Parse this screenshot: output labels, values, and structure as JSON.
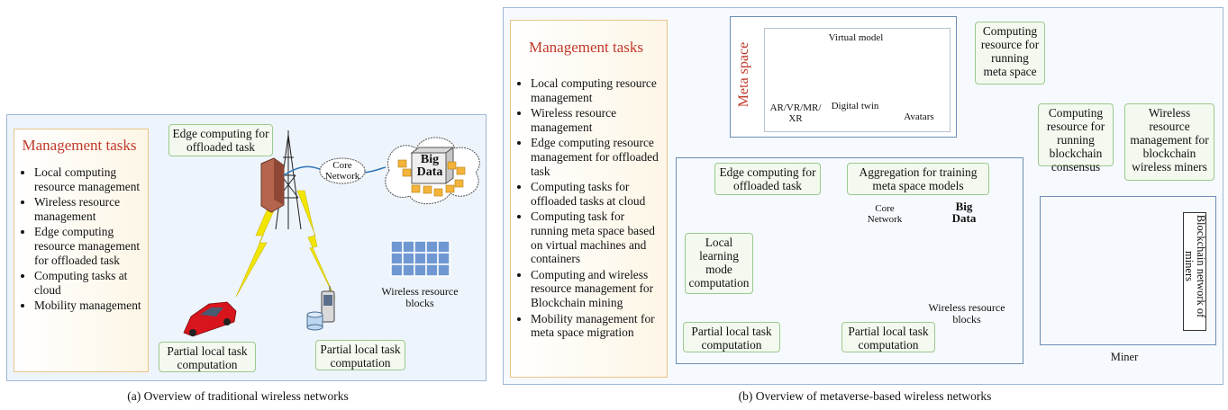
{
  "panel_a": {
    "caption": "(a) Overview of traditional wireless networks",
    "management_title": "Management tasks",
    "management_items": [
      "Local computing resource management",
      "Wireless resource management",
      "Edge computing resource management for offloaded task",
      "Computing tasks at cloud",
      "Mobility management"
    ],
    "edge_label": "Edge computing for offloaded task",
    "core_network": "Core Network",
    "big_data": "Big Data",
    "wireless_blocks": "Wireless resource blocks",
    "partial_left": "Partial local task computation",
    "partial_right": "Partial local task computation"
  },
  "panel_b": {
    "caption": "(b) Overview of metaverse-based wireless networks",
    "management_title": "Management tasks",
    "management_items": [
      "Local computing resource management",
      "Wireless resource management",
      "Edge computing resource management for offloaded task",
      "Computing tasks for offloaded tasks at cloud",
      "Computing task for running meta space based on virtual machines and containers",
      "Computing and wireless resource management for Blockchain mining",
      "Mobility management for meta space migration"
    ],
    "meta_space": "Meta space",
    "virtual_model": "Virtual model",
    "ar_vr": "AR/VR/MR/ XR",
    "digital_twin": "Digital twin",
    "avatars": "Avatars",
    "computing_meta": "Computing resource for running meta space",
    "computing_blockchain": "Computing resource for running blockchain consensus",
    "wireless_miners": "Wireless resource management for blockchain wireless miners",
    "edge_label": "Edge computing for offloaded task",
    "aggregation": "Aggregation for training meta space models",
    "core_network": "Core Network",
    "big_data": "Big Data",
    "local_learning": "Local learning mode computation",
    "wireless_blocks": "Wireless resource blocks",
    "partial_left": "Partial local task computation",
    "partial_right": "Partial local task computation",
    "blockchain_network": "Blockchain network of miners",
    "miner": "Miner"
  },
  "colors": {
    "panel_border": "#9fb8d6",
    "panel_fill": "#eef4fb",
    "title_red": "#c0392b",
    "green_box": "#9cc98e",
    "orange_box": "#e7c48a",
    "miner_node": "#5b9bd5",
    "lightning": "#f2e600",
    "car": "#d8141c"
  }
}
